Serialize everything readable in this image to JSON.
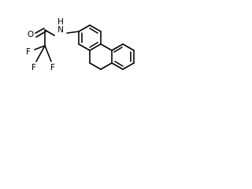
{
  "molecule": {
    "atoms": {
      "oxygen": "O",
      "nitrogen": "N",
      "hydrogen": "H",
      "fluorine_top": "F",
      "fluorine_left": "F",
      "fluorine_bottom": "F"
    }
  }
}
